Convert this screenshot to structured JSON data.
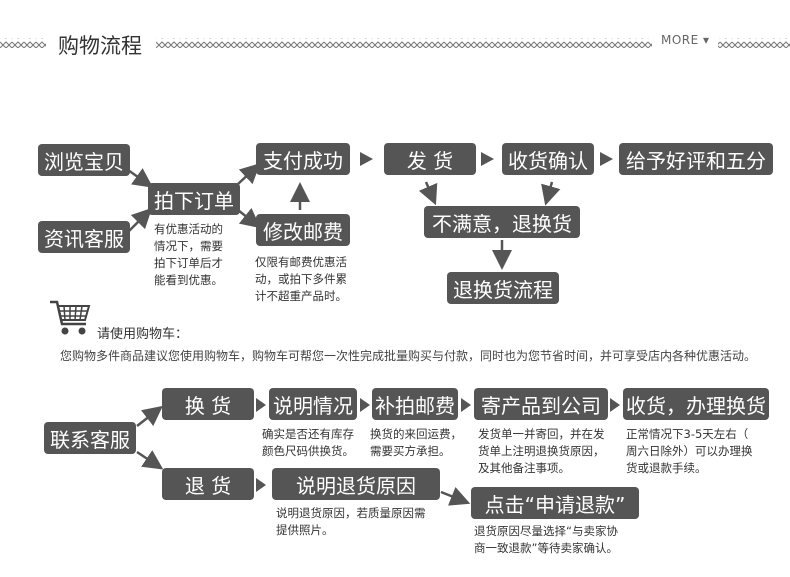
{
  "header": {
    "title": "购物流程",
    "more": "MORE ▾"
  },
  "flow1": {
    "browse": "浏览宝贝",
    "consult": "资讯客服",
    "place_order": "拍下订单",
    "order_note": [
      "有优惠活动的",
      "情况下，需要",
      "拍下订单后才",
      "能看到优惠。"
    ],
    "pay_success": "支付成功",
    "modify_shipping": "修改邮费",
    "modify_note": [
      "仅限有邮费优惠活",
      "动，或拍下多件累",
      "计不超重产品时。"
    ],
    "ship": "发  货",
    "confirm_receipt": "收货确认",
    "review": "给予好评和五分",
    "unsatisfied": "不满意，退换货",
    "return_process": "退换货流程"
  },
  "cart": {
    "label": "请使用购物车：",
    "desc": "您购物多件商品建议您使用购物车，购物车可帮您一次性完成批量购买与付款，同时也为您节省时间，并可享受店内各种优惠活动。"
  },
  "flow2": {
    "contact": "联系客服",
    "exchange": "换  货",
    "explain": "说明情况",
    "explain_note": [
      "确实是否还有库存",
      "颜色尺码供换货。"
    ],
    "repost": "补拍邮费",
    "repost_note": [
      "换货的来回运费，",
      "需要买方承担。"
    ],
    "send_back": "寄产品到公司",
    "send_note": [
      "发货单一并寄回，并在发",
      "货单上注明退换货原因，",
      "及其他备注事项。"
    ],
    "receive": "收货，办理换货",
    "receive_note": [
      "正常情况下3-5天左右（",
      "周六日除外）可以办理换",
      "货或退款手续。"
    ],
    "refund": "退  货",
    "refund_reason": "说明退货原因",
    "refund_reason_note": [
      "说明退货原因，若质量原因需",
      "提供照片。"
    ],
    "apply_refund": "点击“申请退款”",
    "apply_note": [
      "退货原因尽量选择“与卖家协",
      "商一致退款”等待卖家确认。"
    ]
  }
}
